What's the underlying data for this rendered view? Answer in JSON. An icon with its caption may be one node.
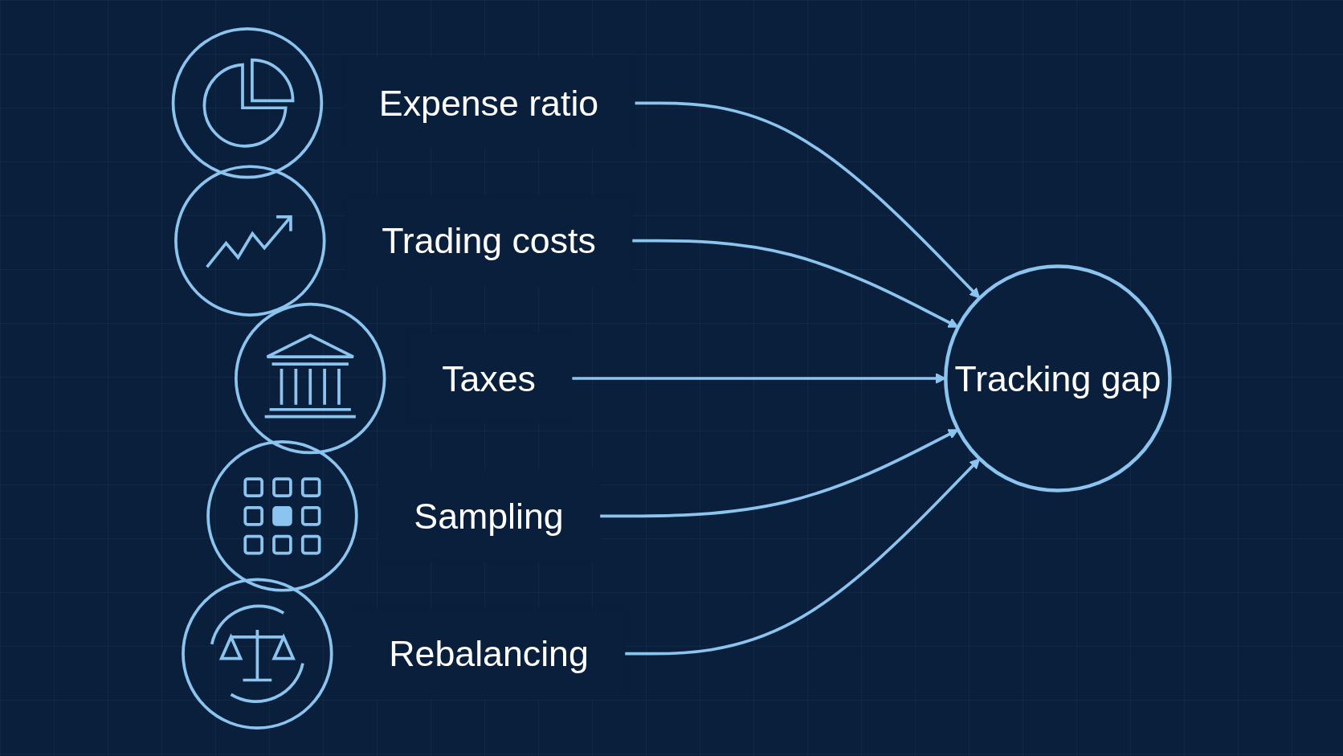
{
  "diagram": {
    "nodes": [
      {
        "text": [
          "Expense ratio"
        ]
      },
      {
        "text": [
          "Trading costs"
        ]
      },
      {
        "text": [
          "Taxes"
        ]
      },
      {
        "text": [
          "Sampling"
        ]
      },
      {
        "text": [
          "Rebalancing"
        ]
      },
      {
        "text": [
          "Tracking gap"
        ]
      }
    ],
    "edges": [
      {
        "from": 0,
        "to": 5,
        "arrow": "to"
      },
      {
        "from": 1,
        "to": 5,
        "arrow": "to"
      },
      {
        "from": 2,
        "to": 5,
        "arrow": "to"
      },
      {
        "from": 3,
        "to": 5,
        "arrow": "to"
      },
      {
        "from": 4,
        "to": 5,
        "arrow": "to"
      }
    ]
  }
}
